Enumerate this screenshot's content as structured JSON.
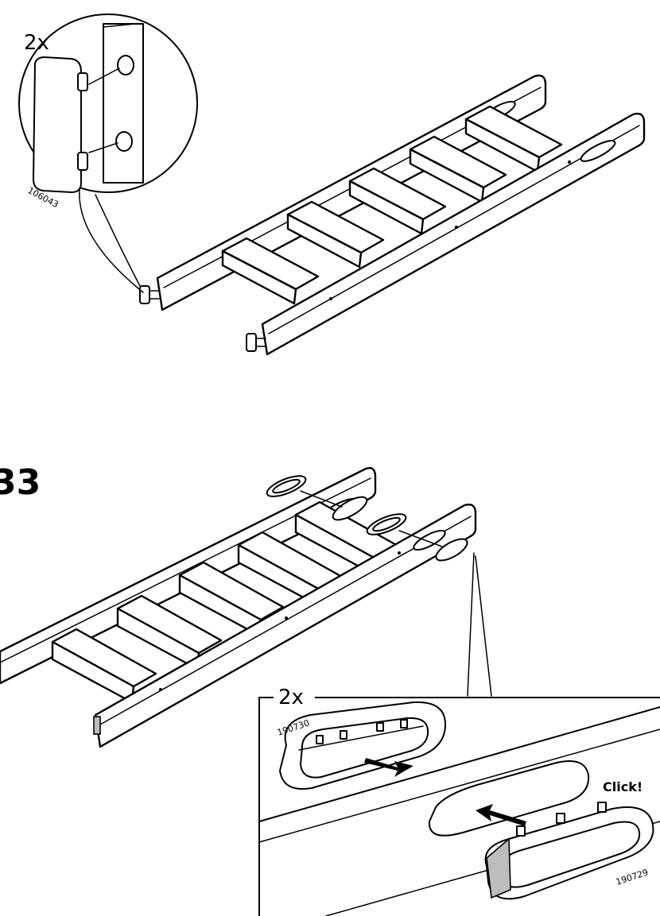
{
  "step_upper": {
    "quantity_label": "2x",
    "part_number": "106043"
  },
  "step_lower": {
    "step_number": "33",
    "quantity_label": "2x",
    "part_number_left": "190730",
    "part_number_right": "190729",
    "click_label": "Click!"
  }
}
